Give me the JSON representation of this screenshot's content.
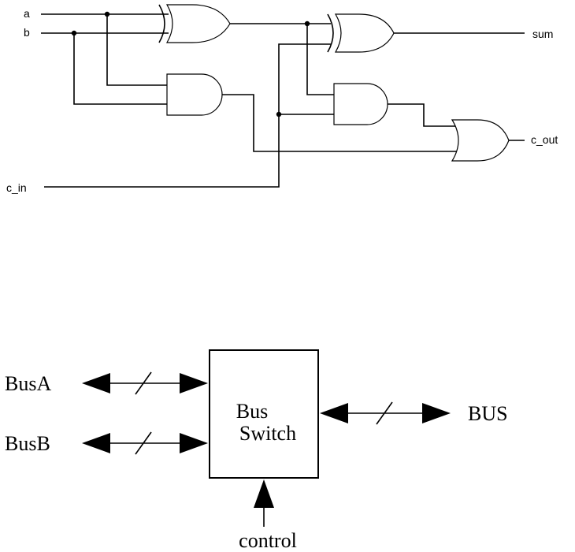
{
  "adder": {
    "inputs": {
      "a": "a",
      "b": "b",
      "c_in": "c_in"
    },
    "outputs": {
      "sum": "sum",
      "c_out": "c_out"
    }
  },
  "bus": {
    "box_line1": "Bus",
    "box_line2": "Switch",
    "left_a": "BusA",
    "left_b": "BusB",
    "right": "BUS",
    "bottom": "control"
  }
}
